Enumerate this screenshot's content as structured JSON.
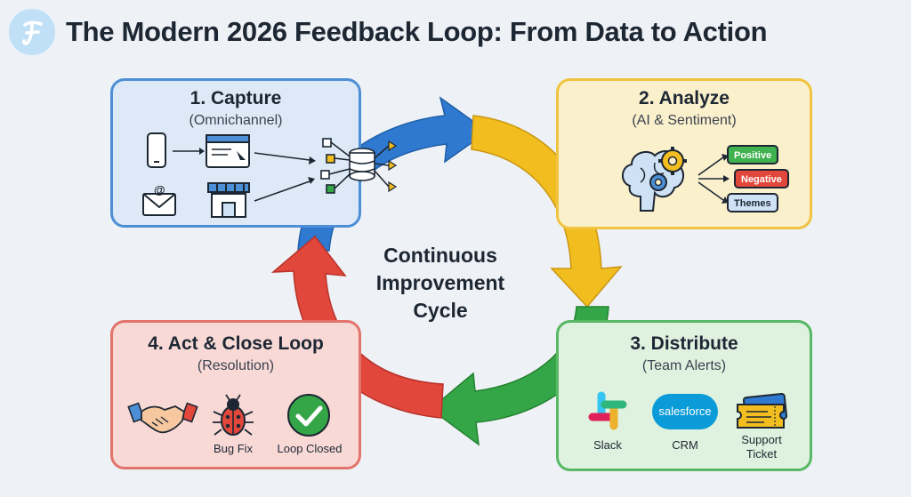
{
  "header": {
    "title": "The Modern 2026 Feedback Loop: From Data to Action"
  },
  "center": {
    "line1": "Continuous",
    "line2": "Improvement",
    "line3": "Cycle"
  },
  "capture": {
    "title": "1. Capture",
    "subtitle": "(Omnichannel)",
    "mail_glyph": "@"
  },
  "analyze": {
    "title": "2. Analyze",
    "subtitle": "(AI & Sentiment)",
    "pills": [
      "Positive",
      "Negative",
      "Themes"
    ]
  },
  "distribute": {
    "title": "3. Distribute",
    "subtitle": "(Team Alerts)",
    "logo_text": "salesforce",
    "labels": {
      "slack": "Slack",
      "crm": "CRM",
      "ticket1": "Support",
      "ticket2": "Ticket"
    }
  },
  "act": {
    "title": "4. Act & Close Loop",
    "subtitle": "(Resolution)",
    "labels": {
      "bug": "Bug Fix",
      "closed": "Loop Closed"
    }
  },
  "colors": {
    "blue": "#2f7ad0",
    "yellow": "#f2bd1e",
    "green": "#35a648",
    "red": "#e2473c"
  }
}
